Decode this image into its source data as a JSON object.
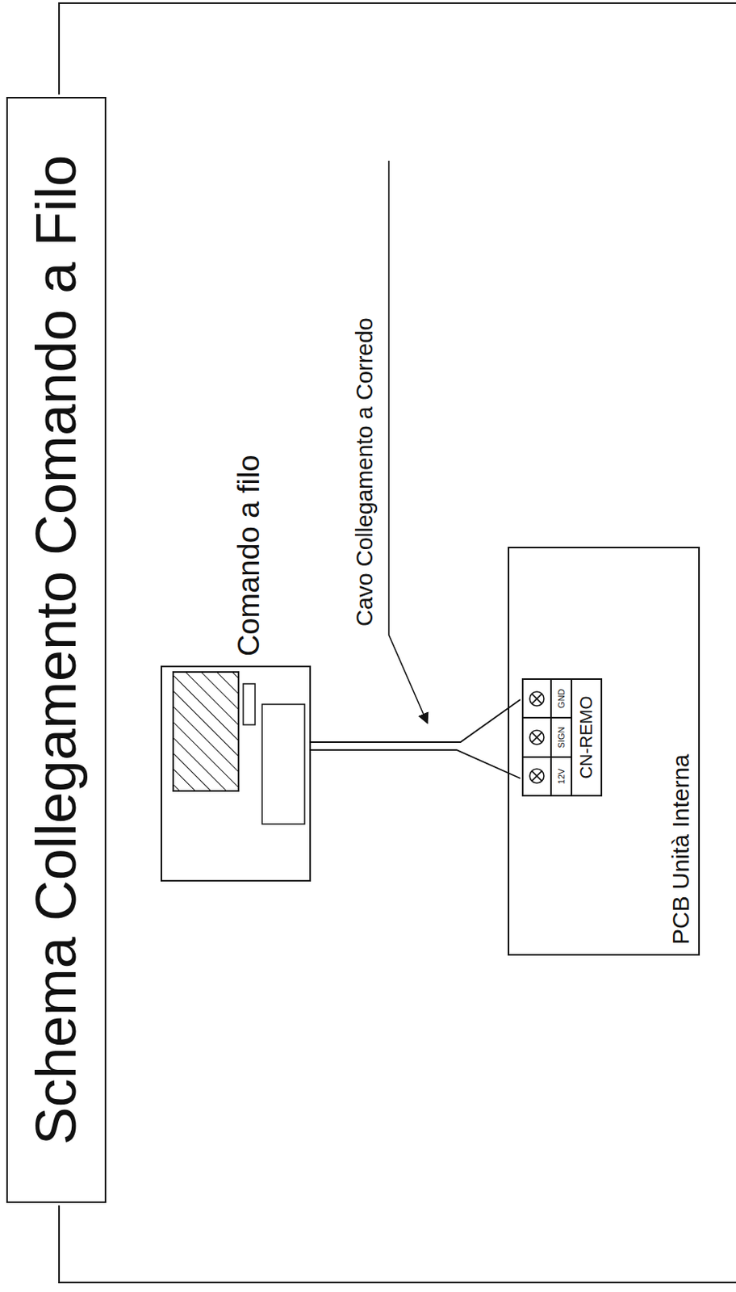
{
  "diagram": {
    "title": "Schema Collegamento Comando a Filo",
    "nodes": [
      {
        "text": [
          "Comando a filo"
        ]
      },
      {
        "text": [
          "PCB Unità Interna"
        ]
      },
      {
        "text": [
          "CN-REMO"
        ],
        "in": 1
      }
    ],
    "edges": [
      {
        "from": 0,
        "to": 2,
        "arrow": "none"
      },
      {
        "from": 0,
        "to": 2,
        "arrow": "none"
      }
    ],
    "labels": [
      "Cavo Collegamento a Corredo",
      "12V",
      "SIGN",
      "GND"
    ]
  }
}
